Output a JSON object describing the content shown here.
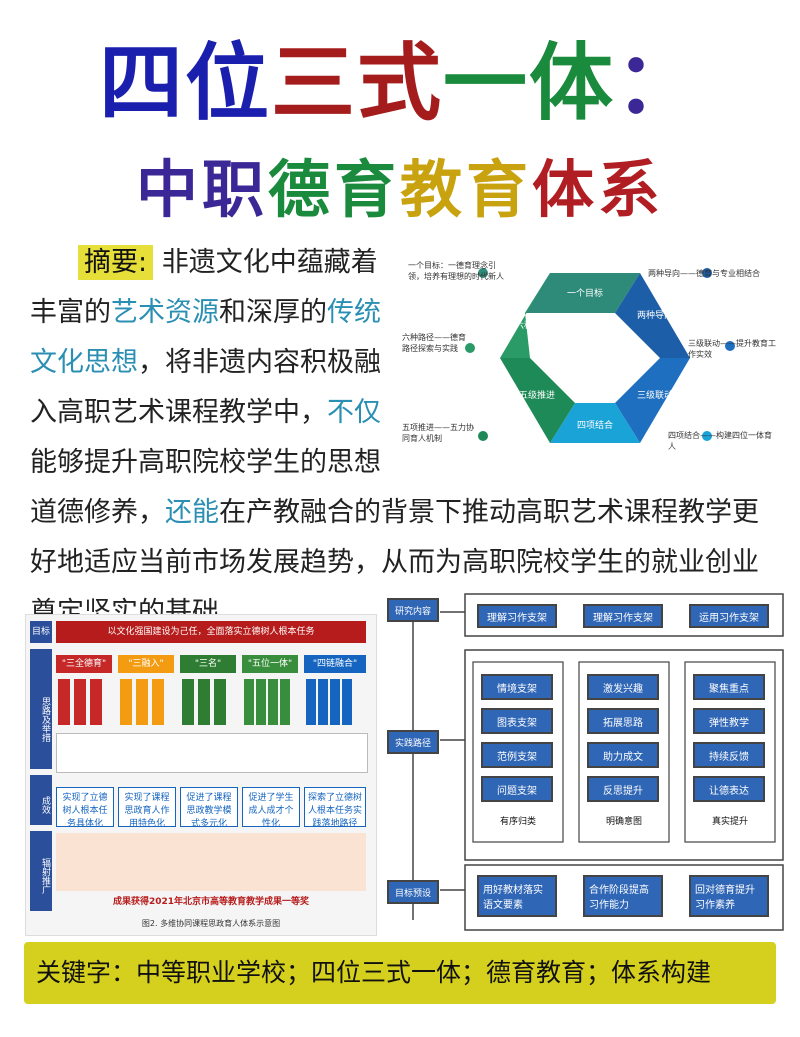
{
  "title": {
    "line1": [
      {
        "text": "四位",
        "color": "#1b1fae"
      },
      {
        "text": "三式",
        "color": "#a51c1c"
      },
      {
        "text": "一体",
        "color": "#1a8a3c"
      },
      {
        "text": "：",
        "color": "#3b2896"
      }
    ],
    "line2": [
      {
        "text": "中职",
        "color": "#3b2896"
      },
      {
        "text": "德育",
        "color": "#1a8a3c"
      },
      {
        "text": "教育",
        "color": "#c9a20f"
      },
      {
        "text": "体系",
        "color": "#b01e23"
      }
    ]
  },
  "abstract": {
    "tag": "摘要:",
    "l1": "非遗文化中蕴藏着",
    "l2a": "丰富的",
    "l2b": "艺术资源",
    "l2c": "和深厚的",
    "l2d": "传统",
    "l3a": "文化思想",
    "l3b": "，将非遗内容积极融",
    "l4a": "入高职艺术课程教学中，",
    "l4b": "不仅",
    "l5": "能够提升高职院校学生的思想",
    "l6a": "道德修养，",
    "l6b": "还能",
    "l6c": "在产教融合的背景下推动高职艺术课程教学更",
    "l7": "好地适应当前市场发展趋势，从而为高职院校学生的就业创业",
    "l8": "奠定坚实的基础。"
  },
  "cycle": {
    "segments": [
      "一个目标",
      "两种导向",
      "三级联动",
      "四项结合",
      "五级推进",
      "六种路径"
    ],
    "notes": [
      "一个目标：一德育理念引领，培养有理想的时代新人",
      "两种导向——德育与专业相结合",
      "三级联动——提升教育工作实效",
      "四项结合——构建四位一体育人",
      "五项推进——五力协同育人机制",
      "六种路径——德育路径探索与实践"
    ]
  },
  "left_chart": {
    "labels": [
      "目标",
      "思路及举措",
      "成效",
      "辐射推广"
    ],
    "top_banner": "以文化强国建设为己任，全面落实立德树人根本任务",
    "groups": [
      "\"三全德育\"",
      "\"三融入\"",
      "\"三名\"",
      "\"五位一体\"",
      "\"四链融合\""
    ],
    "outcomes": [
      "实现了立德树人根本任务具体化",
      "实现了课程思政育人作用特色化",
      "促进了课程思政教学模式多元化",
      "促进了学生成人成才个性化",
      "探索了立德树人根本任务实践落地路径"
    ],
    "footer": "成果获得2021年北京市高等教育教学成果一等奖",
    "caption": "图2. 多维协同课程思政育人体系示意图"
  },
  "right_chart": {
    "row_labels": [
      "研究内容",
      "实践路径",
      "目标预设"
    ],
    "top": [
      "理解习作支架",
      "理解习作支架",
      "运用习作支架"
    ],
    "col1": [
      "情境支架",
      "图表支架",
      "范例支架",
      "问题支架"
    ],
    "col2": [
      "激发兴趣",
      "拓展思路",
      "助力成文",
      "反思提升"
    ],
    "col3": [
      "聚焦重点",
      "弹性教学",
      "持续反馈",
      "让德表达"
    ],
    "col_captions": [
      "有序归类",
      "明确意图",
      "真实提升"
    ],
    "bottom": [
      "用好教材落实语文要素",
      "合作阶段提高习作能力",
      "回对德育提升习作素养"
    ]
  },
  "keywords": "关键字：中等职业学校；四位三式一体；德育教育；体系构建"
}
